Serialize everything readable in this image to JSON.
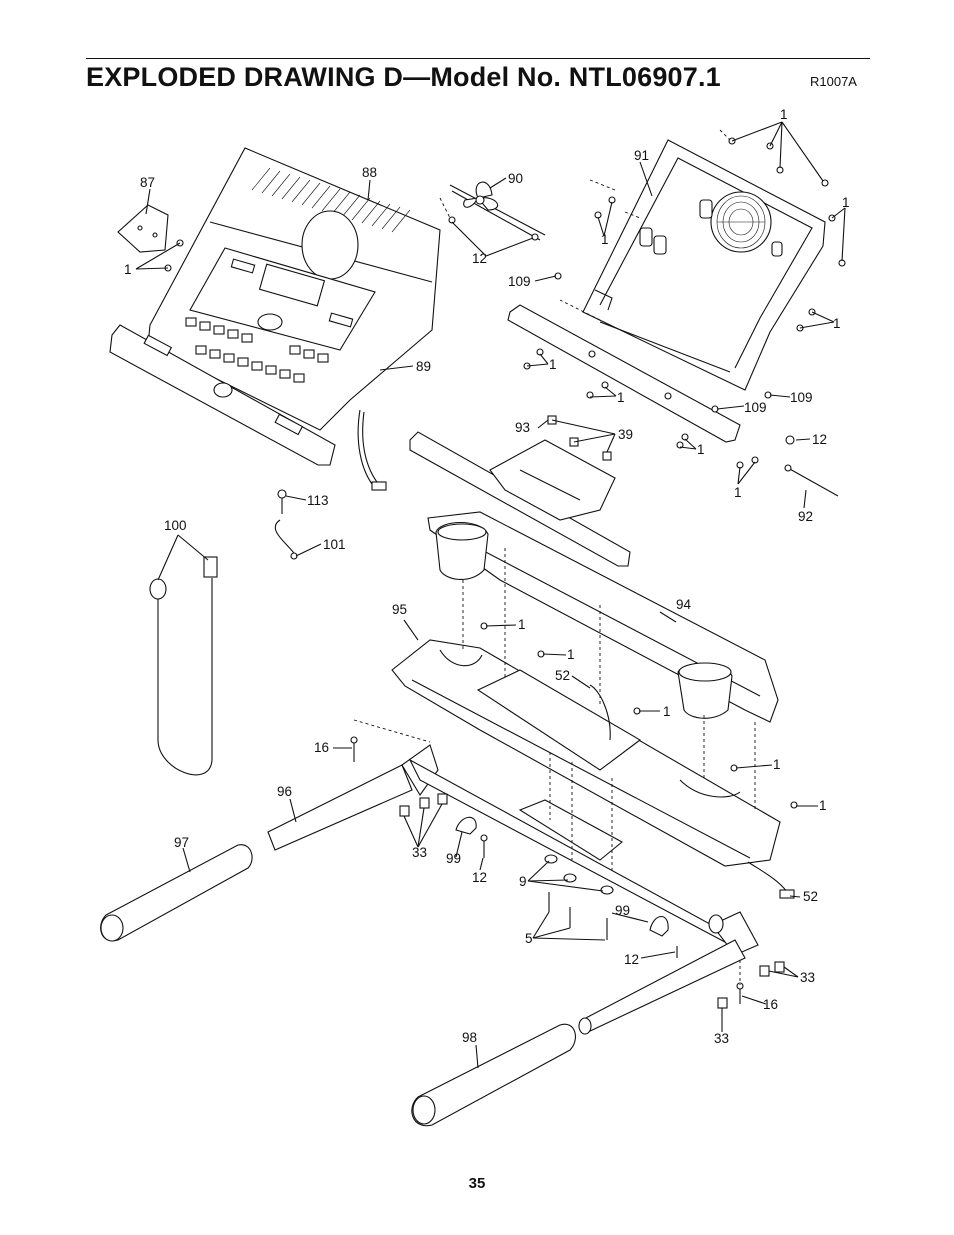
{
  "header": {
    "title": "EXPLODED DRAWING D—Model No. NTL06907.1",
    "revision_code": "R1007A"
  },
  "callouts": [
    "1",
    "87",
    "88",
    "90",
    "91",
    "1",
    "12",
    "1",
    "1",
    "109",
    "89",
    "1",
    "1",
    "1",
    "109",
    "109",
    "93",
    "39",
    "1",
    "12",
    "1",
    "113",
    "101",
    "100",
    "92",
    "95",
    "94",
    "1",
    "1",
    "52",
    "1",
    "16",
    "1",
    "96",
    "1",
    "97",
    "33",
    "99",
    "12",
    "52",
    "9",
    "99",
    "5",
    "12",
    "33",
    "16",
    "98",
    "33"
  ],
  "footer": {
    "page_number": "35"
  }
}
